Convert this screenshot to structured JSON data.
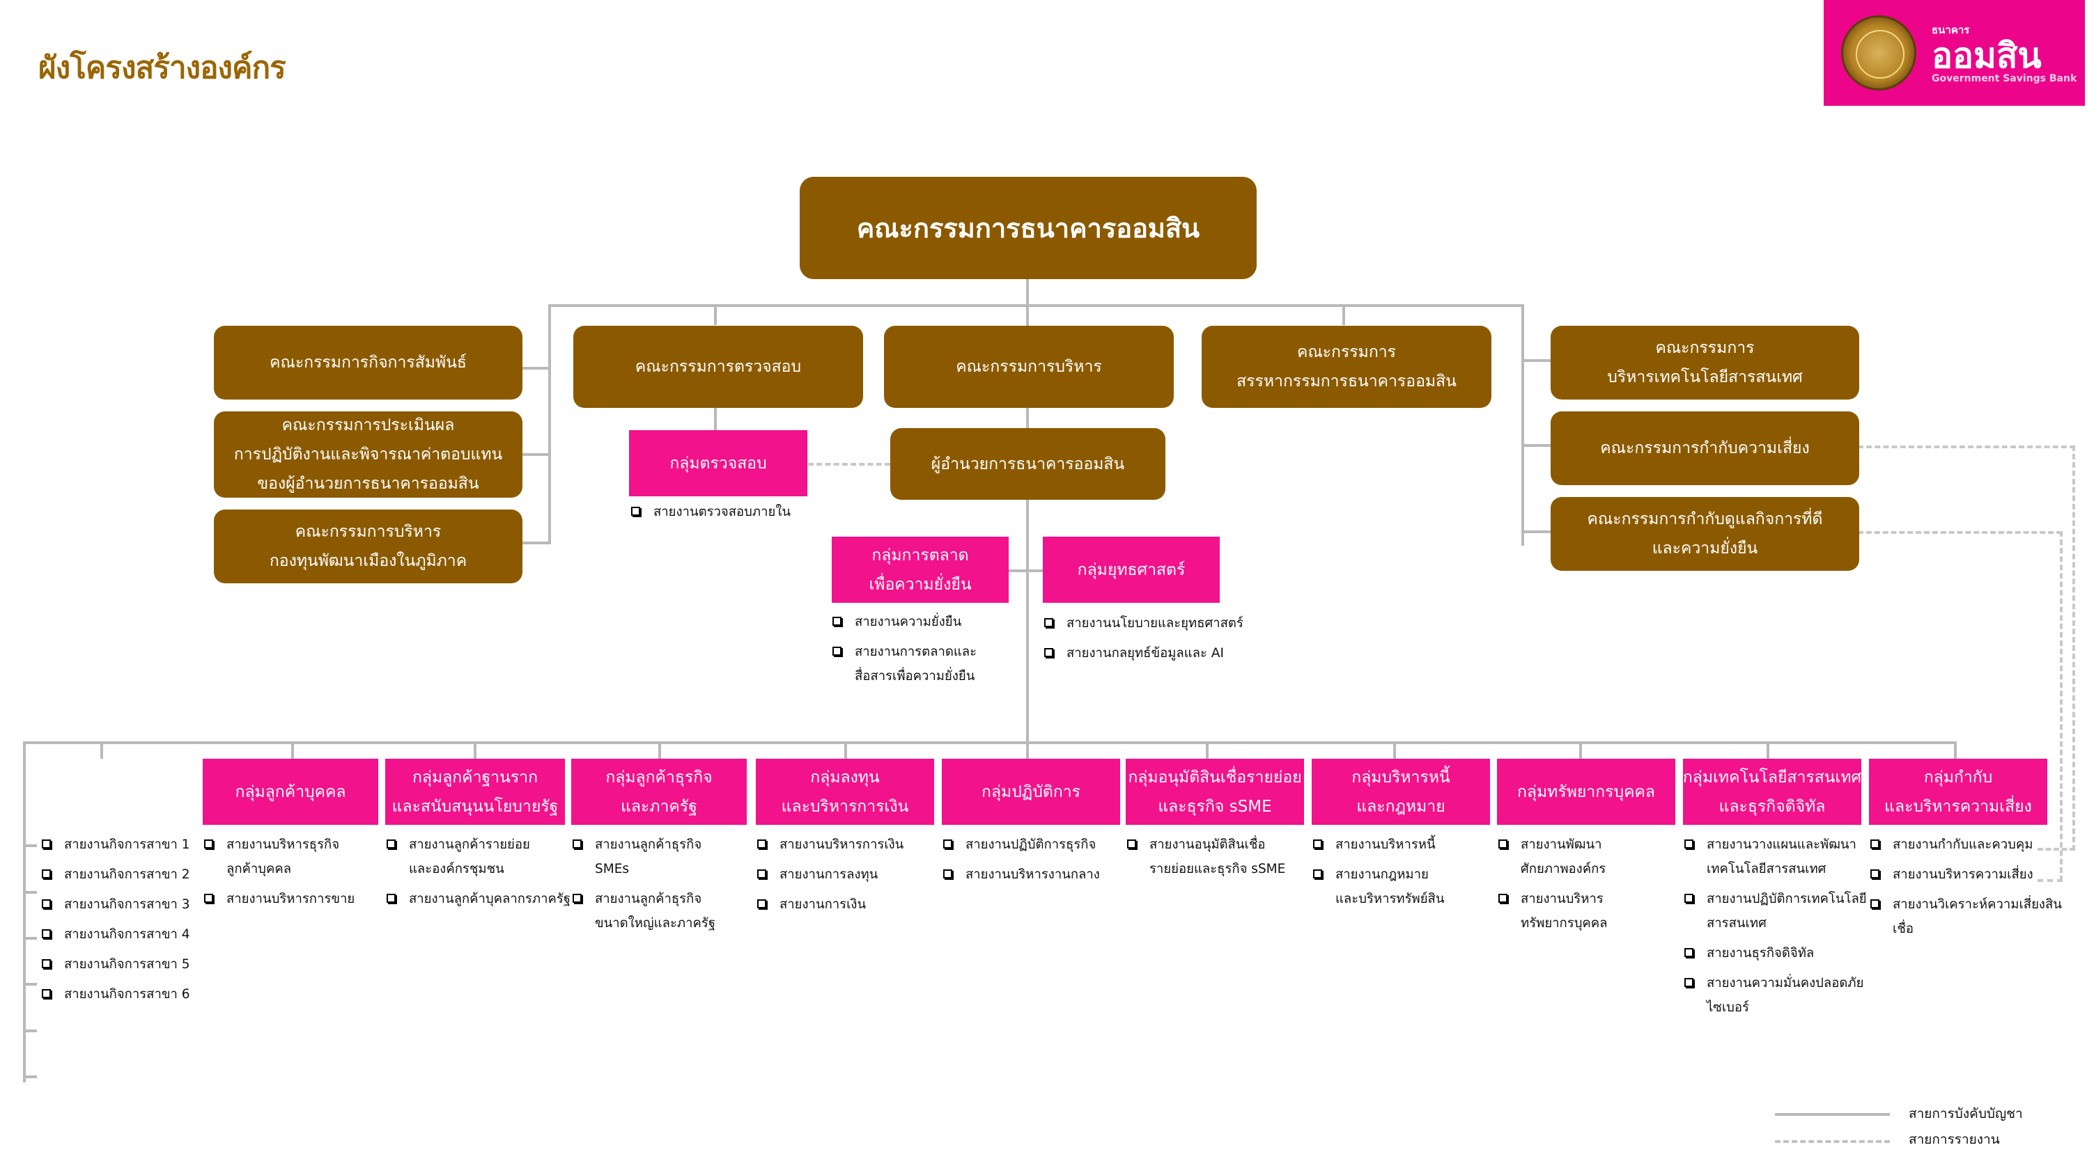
{
  "page": {
    "title": "ผังโครงสร้างองค์กร"
  },
  "logo": {
    "icon": "gsb-seal-icon",
    "prefix": "ธนาคาร",
    "name": "ออมสิน",
    "english": "Government Savings Bank",
    "background": "#ec058a"
  },
  "colors": {
    "board": "#8b5a00",
    "group": "#f2128b",
    "title": "#9a6606",
    "line": "#b9b9b9"
  },
  "top_board": "คณะกรรมการธนาคารออมสิน",
  "left_committees": [
    {
      "lines": [
        "คณะกรรมการกิจการสัมพันธ์"
      ]
    },
    {
      "lines": [
        "คณะกรรมการประเมินผล",
        "การปฏิบัติงานและพิจารณาค่าตอบแทน",
        "ของผู้อำนวยการธนาคารออมสิน"
      ]
    },
    {
      "lines": [
        "คณะกรรมการบริหาร",
        "กองทุนพัฒนาเมืองในภูมิภาค"
      ]
    }
  ],
  "audit_committee": "คณะกรรมการตรวจสอบ",
  "executive_committee": "คณะกรรมการบริหาร",
  "nomination_committee": [
    "คณะกรรมการ",
    "สรรหากรรมการธนาคารออมสิน"
  ],
  "right_committees": [
    {
      "lines": [
        "คณะกรรมการ",
        "บริหารเทคโนโลยีสารสนเทศ"
      ]
    },
    {
      "lines": [
        "คณะกรรมการกำกับความเสี่ยง"
      ]
    },
    {
      "lines": [
        "คณะกรรมการกำกับดูแลกิจการที่ดี",
        "และความยั่งยืน"
      ]
    }
  ],
  "audit_group": {
    "lines": [
      "กลุ่มตรวจสอบ"
    ],
    "items": [
      "สายงานตรวจสอบภายใน"
    ]
  },
  "president": "ผู้อำนวยการธนาคารออมสิน",
  "staff_groups": [
    {
      "lines": [
        "กลุ่มการตลาด",
        "เพื่อความยั่งยืน"
      ],
      "items": [
        "สายงานความยั่งยืน",
        "สายงานการตลาดและ\nสื่อสารเพื่อความยั่งยืน"
      ]
    },
    {
      "lines": [
        "กลุ่มยุทธศาสตร์"
      ],
      "items": [
        "สายงานนโยบายและยุทธศาสตร์",
        "สายงานกลยุทธ์ข้อมูลและ AI"
      ]
    }
  ],
  "branch_lines": [
    "สายงานกิจการสาขา 1",
    "สายงานกิจการสาขา 2",
    "สายงานกิจการสาขา 3",
    "สายงานกิจการสาขา 4",
    "สายงานกิจการสาขา 5",
    "สายงานกิจการสาขา 6"
  ],
  "groups": [
    {
      "lines": [
        "กลุ่มลูกค้าบุคคล"
      ],
      "items": [
        "สายงานบริหารธุรกิจ\nลูกค้าบุคคล",
        "สายงานบริหารการขาย"
      ]
    },
    {
      "lines": [
        "กลุ่มลูกค้าฐานราก",
        "และสนับสนุนนโยบายรัฐ"
      ],
      "items": [
        "สายงานลูกค้ารายย่อย\nและองค์กรชุมชน",
        "สายงานลูกค้าบุคลากรภาครัฐ"
      ]
    },
    {
      "lines": [
        "กลุ่มลูกค้าธุรกิจ",
        "และภาครัฐ"
      ],
      "items": [
        "สายงานลูกค้าธุรกิจ\nSMEs",
        "สายงานลูกค้าธุรกิจ\nขนาดใหญ่และภาครัฐ"
      ]
    },
    {
      "lines": [
        "กลุ่มลงทุน",
        "และบริหารการเงิน"
      ],
      "items": [
        "สายงานบริหารการเงิน",
        "สายงานการลงทุน",
        "สายงานการเงิน"
      ]
    },
    {
      "lines": [
        "กลุ่มปฏิบัติการ"
      ],
      "items": [
        "สายงานปฏิบัติการธุรกิจ",
        "สายงานบริหารงานกลาง"
      ]
    },
    {
      "lines": [
        "กลุ่มอนุมัติสินเชื่อรายย่อย",
        "และธุรกิจ sSME"
      ],
      "items": [
        "สายงานอนุมัติสินเชื่อ\nรายย่อยและธุรกิจ sSME"
      ]
    },
    {
      "lines": [
        "กลุ่มบริหารหนี้",
        "และกฎหมาย"
      ],
      "items": [
        "สายงานบริหารหนี้",
        "สายงานกฎหมาย\nและบริหารทรัพย์สิน"
      ]
    },
    {
      "lines": [
        "กลุ่มทรัพยากรบุคคล"
      ],
      "items": [
        "สายงานพัฒนา\nศักยภาพองค์กร",
        "สายงานบริหาร\nทรัพยากรบุคคล"
      ]
    },
    {
      "lines": [
        "กลุ่มเทคโนโลยีสารสนเทศ",
        "และธุรกิจดิจิทัล"
      ],
      "items": [
        "สายงานวางแผนและพัฒนา\nเทคโนโลยีสารสนเทศ",
        "สายงานปฏิบัติการเทคโนโลยี\nสารสนเทศ",
        "สายงานธุรกิจดิจิทัล",
        "สายงานความมั่นคงปลอดภัย\nไซเบอร์"
      ]
    },
    {
      "lines": [
        "กลุ่มกำกับ",
        "และบริหารความเสี่ยง"
      ],
      "items": [
        "สายงานกำกับและควบคุม",
        "สายงานบริหารความเสี่ยง",
        "สายงานวิเคราะห์ความเสี่ยงสินเชื่อ"
      ]
    }
  ],
  "legend": [
    {
      "style": "solid",
      "label": "สายการบังคับบัญชา"
    },
    {
      "style": "dashed",
      "label": "สายการรายงาน"
    }
  ]
}
